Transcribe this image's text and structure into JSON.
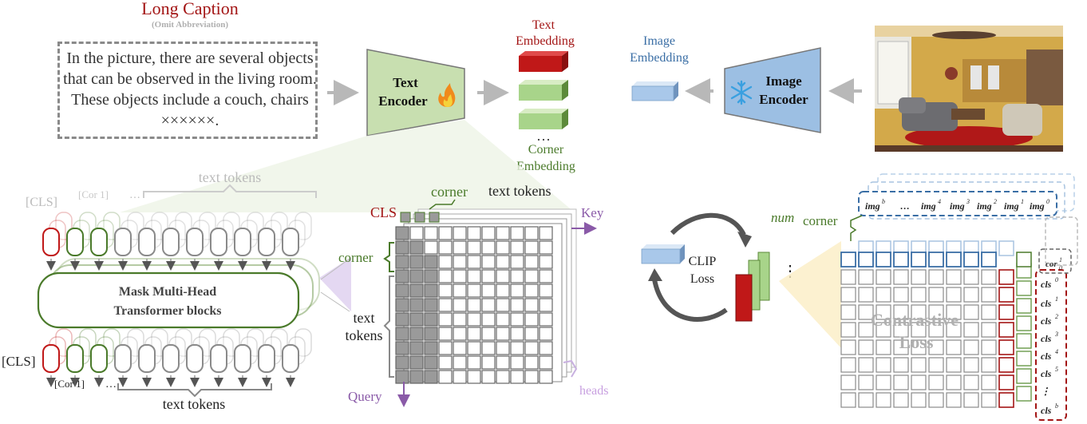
{
  "long_caption": {
    "title": "Long Caption",
    "subtitle": "(Omit Abbreviation)",
    "text": "In the picture, there are several objects that can be observed in the living room. These objects include a couch, chairs ××××××."
  },
  "text_encoder": {
    "label_line1": "Text",
    "label_line2": "Encoder",
    "icon": "fire-icon"
  },
  "image_encoder": {
    "label_line1": "Image",
    "label_line2": "Encoder",
    "icon": "snowflake-icon"
  },
  "text_embedding": {
    "line1": "Text",
    "line2": "Embedding"
  },
  "image_embedding": {
    "line1": "Image",
    "line2": "Embedding"
  },
  "corner_embedding": {
    "dots": "…",
    "line1": "Corner",
    "line2": "Embedding"
  },
  "transformer": {
    "block_line1": "Mask Multi-Head",
    "block_line2": "Transformer blocks",
    "cls_top": "[CLS]",
    "cor_top": "[Cor 1]",
    "dots_top": "…",
    "text_tokens_top": "text tokens",
    "cls_bottom": "[CLS]",
    "cor_bottom": "[Cor 1]",
    "dots_bottom": "…",
    "text_tokens_bottom": "text tokens"
  },
  "attention": {
    "cls": "CLS",
    "corner_top": "corner",
    "text_tokens_top": "text tokens",
    "key": "Key",
    "corner_left": "corner",
    "text_left_line1": "text",
    "text_left_line2": "tokens",
    "query": "Query",
    "heads": "heads"
  },
  "clip": {
    "line1": "CLIP",
    "line2": "Loss",
    "dots": "⋮"
  },
  "contrastive": {
    "line1": "Contrastive",
    "line2": "Loss",
    "num": "num",
    "corner": "corner",
    "img_labels": [
      "img",
      "…",
      "img",
      "img",
      "img",
      "img",
      "img"
    ],
    "img_sups": [
      "b",
      "",
      "4",
      "3",
      "2",
      "1",
      "0"
    ],
    "cls_labels": [
      "cls",
      "cls",
      "cls",
      "cls",
      "cls",
      "cls",
      "⋮",
      "cls"
    ],
    "cls_sups": [
      "0",
      "1",
      "2",
      "3",
      "4",
      "5",
      "",
      "b"
    ],
    "cor_label": "cor",
    "cor_sub": "0",
    "cor_sup": "1"
  },
  "colors": {
    "red": "#a31515",
    "green": "#4a7a2a",
    "blue": "#3a6ea5",
    "purple": "#8a5aa8",
    "gray": "#8a8a8a",
    "encoder_green": "#c8dfb0",
    "encoder_blue": "#9cbfe3"
  }
}
